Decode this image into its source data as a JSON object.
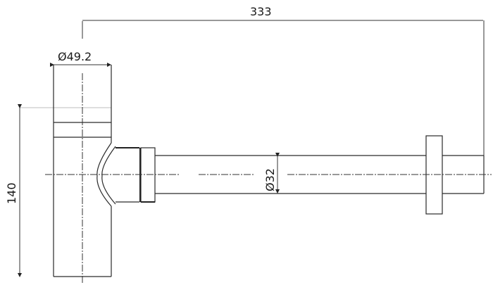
{
  "drawing": {
    "type": "technical-drawing",
    "subject": "bottle trap with horizontal outlet pipe",
    "dimensions": {
      "overall_length": "333",
      "body_diameter": "Ø49.2",
      "pipe_diameter": "Ø32",
      "height": "140"
    },
    "colors": {
      "line": "#2a2a2a",
      "background": "#ffffff",
      "extension_line": "#bdbdbd"
    }
  }
}
